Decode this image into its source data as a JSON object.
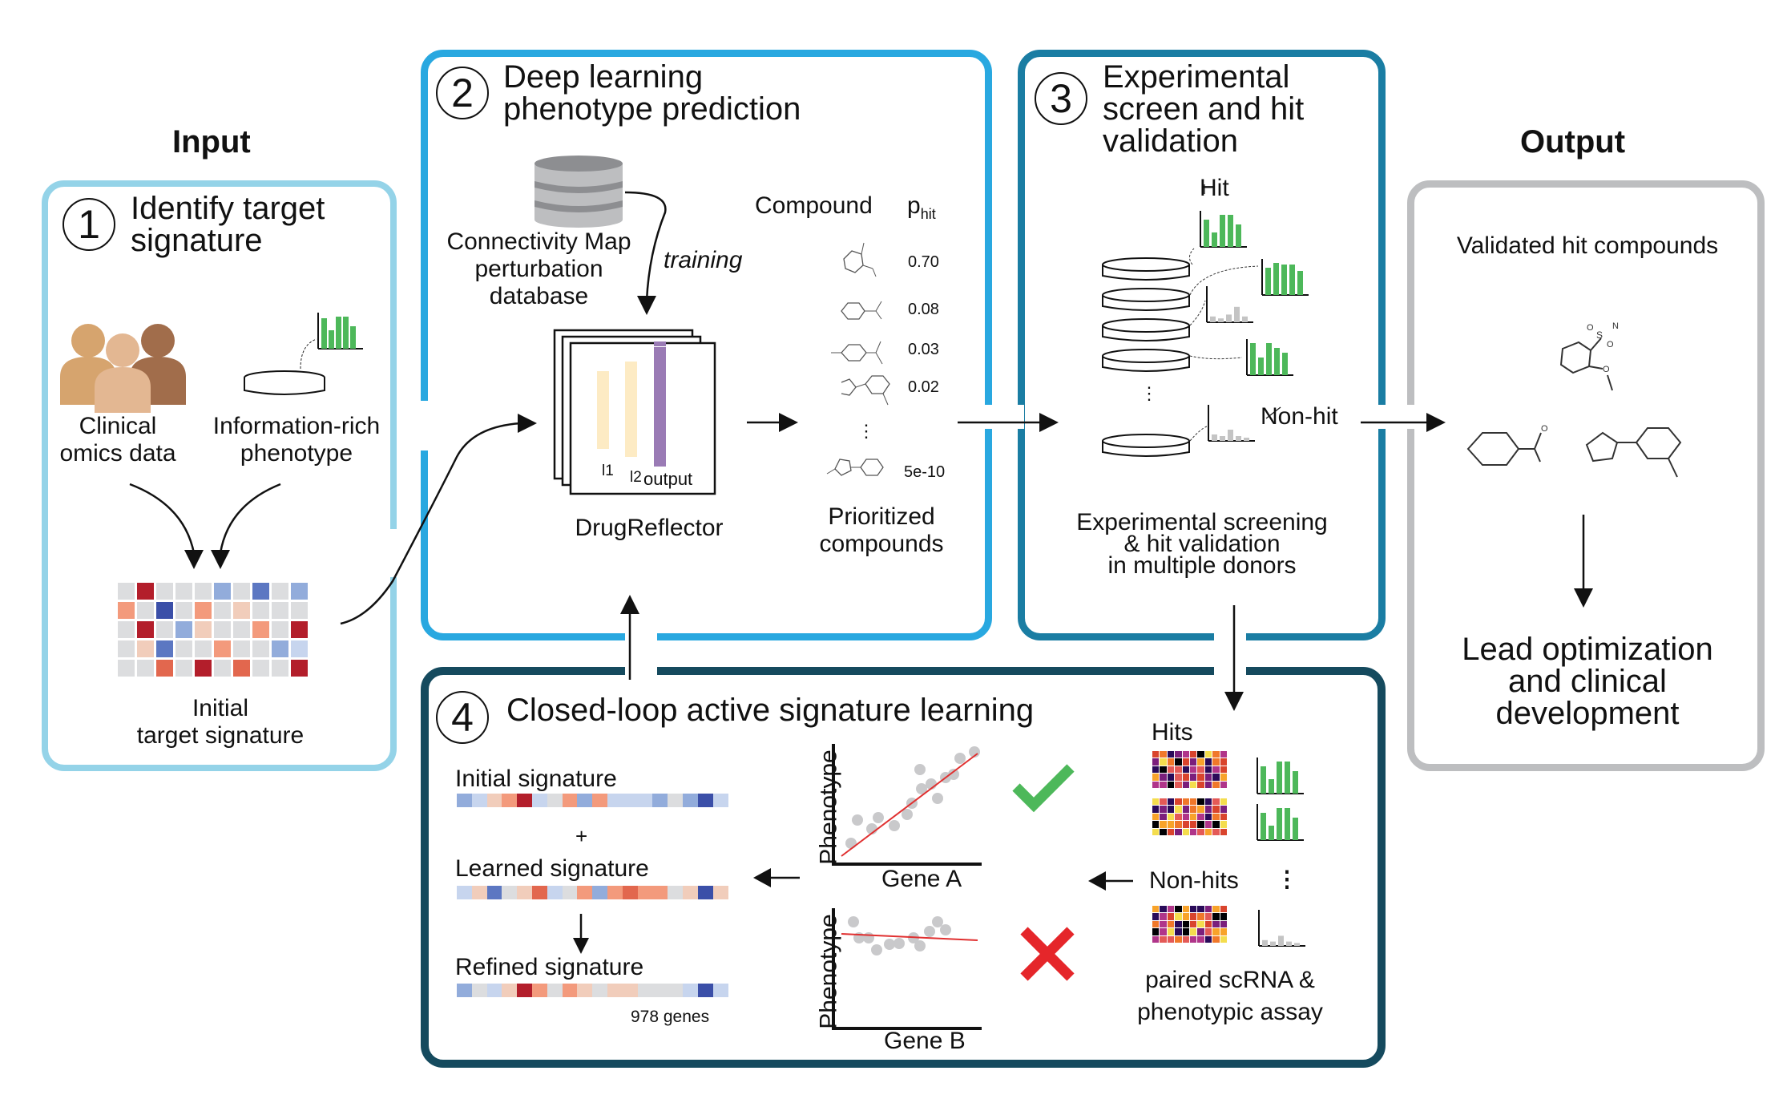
{
  "headers": {
    "input": "Input",
    "output": "Output"
  },
  "colors": {
    "step1": "#94D3E8",
    "step2": "#29A8E0",
    "step3": "#1A7DA3",
    "step4": "#154A5E",
    "output": "#BDBEC0",
    "hit_bar": "#4DB85A",
    "nonhit_bar": "#C4C4C4",
    "check": "#4DB85A",
    "cross": "#E5262A",
    "fit_line": "#E03030",
    "layer": "#FDEBC4",
    "output_layer": "#9A7BB5"
  },
  "step1": {
    "number": "1",
    "title_lines": [
      "Identify target",
      "signature"
    ],
    "clinical_label": [
      "Clinical",
      "omics data"
    ],
    "phenotype_label": [
      "Information-rich",
      "phenotype"
    ],
    "signature_label": [
      "Initial",
      "target signature"
    ],
    "heatmap": [
      [
        "n",
        "R",
        "n",
        "n",
        "n",
        "b",
        "n",
        "B",
        "n",
        "b"
      ],
      [
        "o",
        "n",
        "D",
        "n",
        "o",
        "n",
        "p",
        "n",
        "n",
        "n"
      ],
      [
        "n",
        "R",
        "n",
        "b",
        "p",
        "n",
        "n",
        "o",
        "n",
        "R"
      ],
      [
        "n",
        "p",
        "B",
        "n",
        "n",
        "o",
        "n",
        "n",
        "b",
        "l"
      ],
      [
        "n",
        "n",
        "r",
        "n",
        "R",
        "n",
        "r",
        "n",
        "n",
        "R"
      ]
    ]
  },
  "step2": {
    "number": "2",
    "title_lines": [
      "Deep learning",
      "phenotype prediction"
    ],
    "database_label": [
      "Connectivity Map",
      "perturbation",
      "database"
    ],
    "training_label": "training",
    "model_name": "DrugReflector",
    "layer_labels": [
      "l1",
      "l2",
      "output"
    ],
    "table_header": {
      "compound": "Compound",
      "p": "p",
      "p_sub": "hit"
    },
    "compounds": [
      {
        "structure": "2-methoxybenzenesulfonamide",
        "p_hit": "0.70"
      },
      {
        "structure": "acetophenone",
        "p_hit": "0.08"
      },
      {
        "structure": "piperazine-derivative",
        "p_hit": "0.03"
      },
      {
        "structure": "cyclopentenyl-toluene",
        "p_hit": "0.02"
      },
      {
        "structure": "oxadiazole-pyridine",
        "p_hit": "5e-10"
      }
    ],
    "ellipsis": "⋮",
    "result_label": [
      "Prioritized",
      "compounds"
    ]
  },
  "step3": {
    "number": "3",
    "title_lines": [
      "Experimental",
      "screen and hit",
      "validation"
    ],
    "hit_label": "Hit",
    "nonhit_label": "Non-hit",
    "ellipsis": "⋮",
    "caption_lines": [
      "Experimental screening",
      "& hit validation",
      "in multiple donors"
    ],
    "hit_bars": [
      0.85,
      0.45,
      1.0,
      1.0,
      0.7
    ],
    "hit_bars_2": [
      0.85,
      1.0,
      0.95,
      0.95,
      0.75
    ],
    "nonhit_bars": [
      0.3,
      0.2,
      0.4,
      0.8,
      0.3
    ],
    "hit_bars_3": [
      1.0,
      0.55,
      1.0,
      0.85,
      0.7
    ],
    "nonhit_bars_2": [
      0.2,
      0.15,
      0.35,
      0.15,
      0.1
    ]
  },
  "output": {
    "validated_label": "Validated hit compounds",
    "final_lines": [
      "Lead optimization",
      "and clinical",
      "development"
    ]
  },
  "step4": {
    "number": "4",
    "title": "Closed-loop active signature learning",
    "initial_label": "Initial signature",
    "plus": "+",
    "learned_label": "Learned signature",
    "refined_label": "Refined signature",
    "genes_label": "978 genes",
    "initial_strip": [
      "b",
      "l",
      "p",
      "o",
      "R",
      "l",
      "n",
      "o",
      "b",
      "o",
      "l",
      "l",
      "l",
      "b",
      "n",
      "b",
      "D",
      "l"
    ],
    "learned_strip": [
      "l",
      "p",
      "B",
      "n",
      "p",
      "r",
      "l",
      "n",
      "o",
      "b",
      "o",
      "r",
      "o",
      "o",
      "n",
      "p",
      "D",
      "p"
    ],
    "refined_strip": [
      "b",
      "n",
      "l",
      "p",
      "R",
      "o",
      "n",
      "o",
      "p",
      "n",
      "p",
      "p",
      "n",
      "n",
      "n",
      "l",
      "D",
      "l"
    ],
    "plot_a": {
      "ylabel": "Phenotype",
      "xlabel": "Gene A"
    },
    "plot_b": {
      "ylabel": "Phenotype",
      "xlabel": "Gene B"
    },
    "hits_label": "Hits",
    "nonhits_label": "Non-hits",
    "ellipsis": "⋮",
    "assay_lines": [
      "paired scRNA &",
      "phenotypic assay"
    ]
  }
}
